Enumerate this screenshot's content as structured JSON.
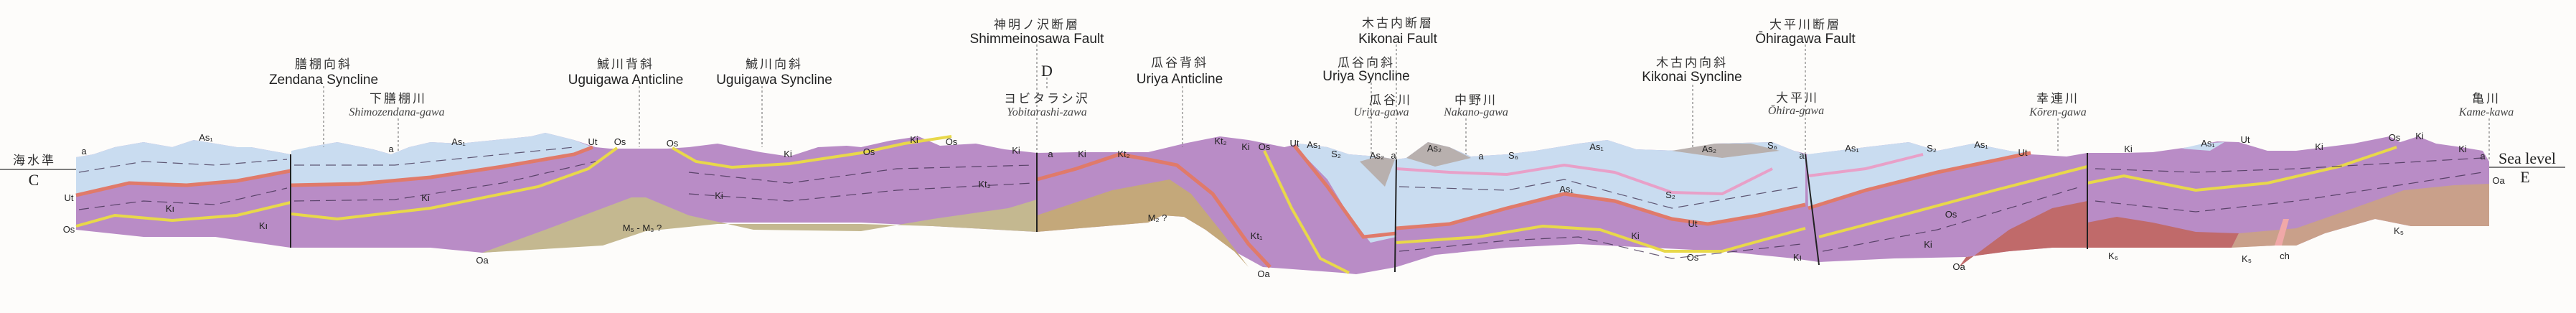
{
  "sea_level": {
    "left_ja": "海水準",
    "right_en": "Sea level",
    "left_end": "C",
    "middle_end": "D",
    "right_end": "E"
  },
  "structures": [
    {
      "ja": "膳棚向斜",
      "en": "Zendana Syncline"
    },
    {
      "ja": "鯎川背斜",
      "en": "Uguigawa Anticline"
    },
    {
      "ja": "鯎川向斜",
      "en": "Uguigawa Syncline"
    },
    {
      "ja": "神明ノ沢断層",
      "en": "Shimmeinosawa Fault"
    },
    {
      "ja": "瓜谷背斜",
      "en": "Uriya Anticline"
    },
    {
      "ja": "瓜谷向斜",
      "en": "Uriya Syncline"
    },
    {
      "ja": "木古内断層",
      "en": "Kikonai Fault"
    },
    {
      "ja": "木古内向斜",
      "en": "Kikonai Syncline"
    },
    {
      "ja": "大平川断層",
      "en": "Ōhiragawa Fault"
    }
  ],
  "rivers": [
    {
      "ja": "下膳棚川",
      "en": "Shimozendana-gawa"
    },
    {
      "ja": "ヨビタラシ沢",
      "en": "Yobitarashi-zawa"
    },
    {
      "ja": "瓜谷川",
      "en": "Uriya-gawa"
    },
    {
      "ja": "中野川",
      "en": "Nakano-gawa"
    },
    {
      "ja": "大平川",
      "en": "Ōhira-gawa"
    },
    {
      "ja": "幸連川",
      "en": "Kōren-gawa"
    },
    {
      "ja": "亀川",
      "en": "Kame-kawa"
    }
  ],
  "units": {
    "a": "a",
    "As1": "As₁",
    "As2": "As₂",
    "Ut": "Ut",
    "Os": "Os",
    "Ki": "Ki",
    "K1": "Kı",
    "Kt1": "Kt₁",
    "Kt2": "Kt₂",
    "S2": "S₂",
    "S6": "S₆",
    "Oa": "Oa",
    "K5": "K₅",
    "K6": "K₆",
    "ch": "ch",
    "M5M3": "M₅ - M₃ ?",
    "M2": "M₂ ?"
  },
  "colors": {
    "Ki": "#b98cc6",
    "As": "#c9dcf0",
    "As2": "#b8b0ae",
    "Ut": "#e07a6a",
    "Os": "#e8d84a",
    "M": "#c4b890",
    "K6": "#c06a6a",
    "K5": "#c9a08a"
  }
}
